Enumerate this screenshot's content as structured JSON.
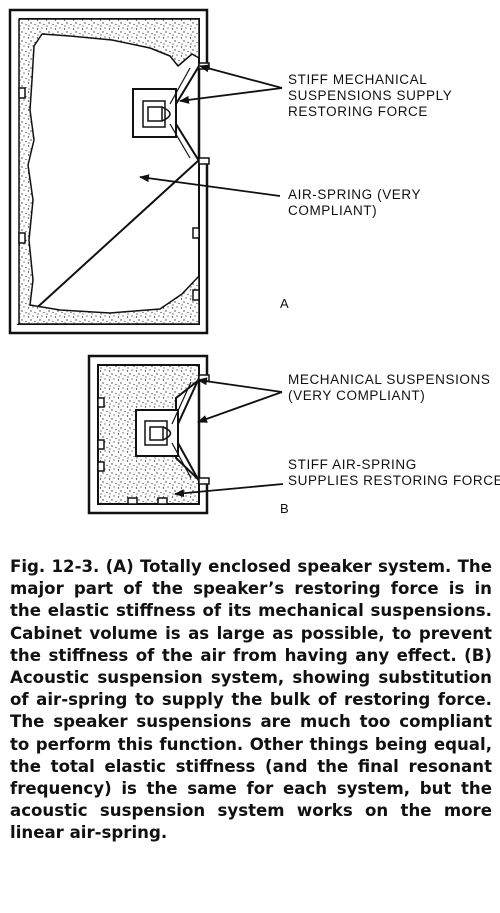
{
  "diagram_a": {
    "label_suspensions": [
      "STIFF MECHANICAL",
      "SUSPENSIONS SUPPLY",
      "RESTORING FORCE"
    ],
    "label_air_spring": [
      "AIR-SPRING (VERY",
      "COMPLIANT)"
    ],
    "panel_letter": "A"
  },
  "diagram_b": {
    "label_suspensions": [
      "MECHANICAL SUSPENSIONS",
      "(VERY COMPLIANT)"
    ],
    "label_air_spring": [
      "STIFF AIR-SPRING",
      "SUPPLIES RESTORING FORCE"
    ],
    "panel_letter": "B"
  },
  "caption": {
    "figure_id": "Fig. 12-3.",
    "text": "(A) Totally enclosed speaker system. The major part of the speaker’s restoring force is in the elastic stiffness of its mechanical suspensions. Cabinet volume is as large as possible, to prevent the stiffness of the air from having any effect. (B) Acoustic suspension system, showing substitution of air-spring to supply the bulk of restoring force. The speaker suspensions are much too compliant to perform this function. Other things being equal, the total elastic stiffness (and the final resonant frequency) is the same for each system, but the acoustic suspension system works on the more linear air-spring."
  }
}
